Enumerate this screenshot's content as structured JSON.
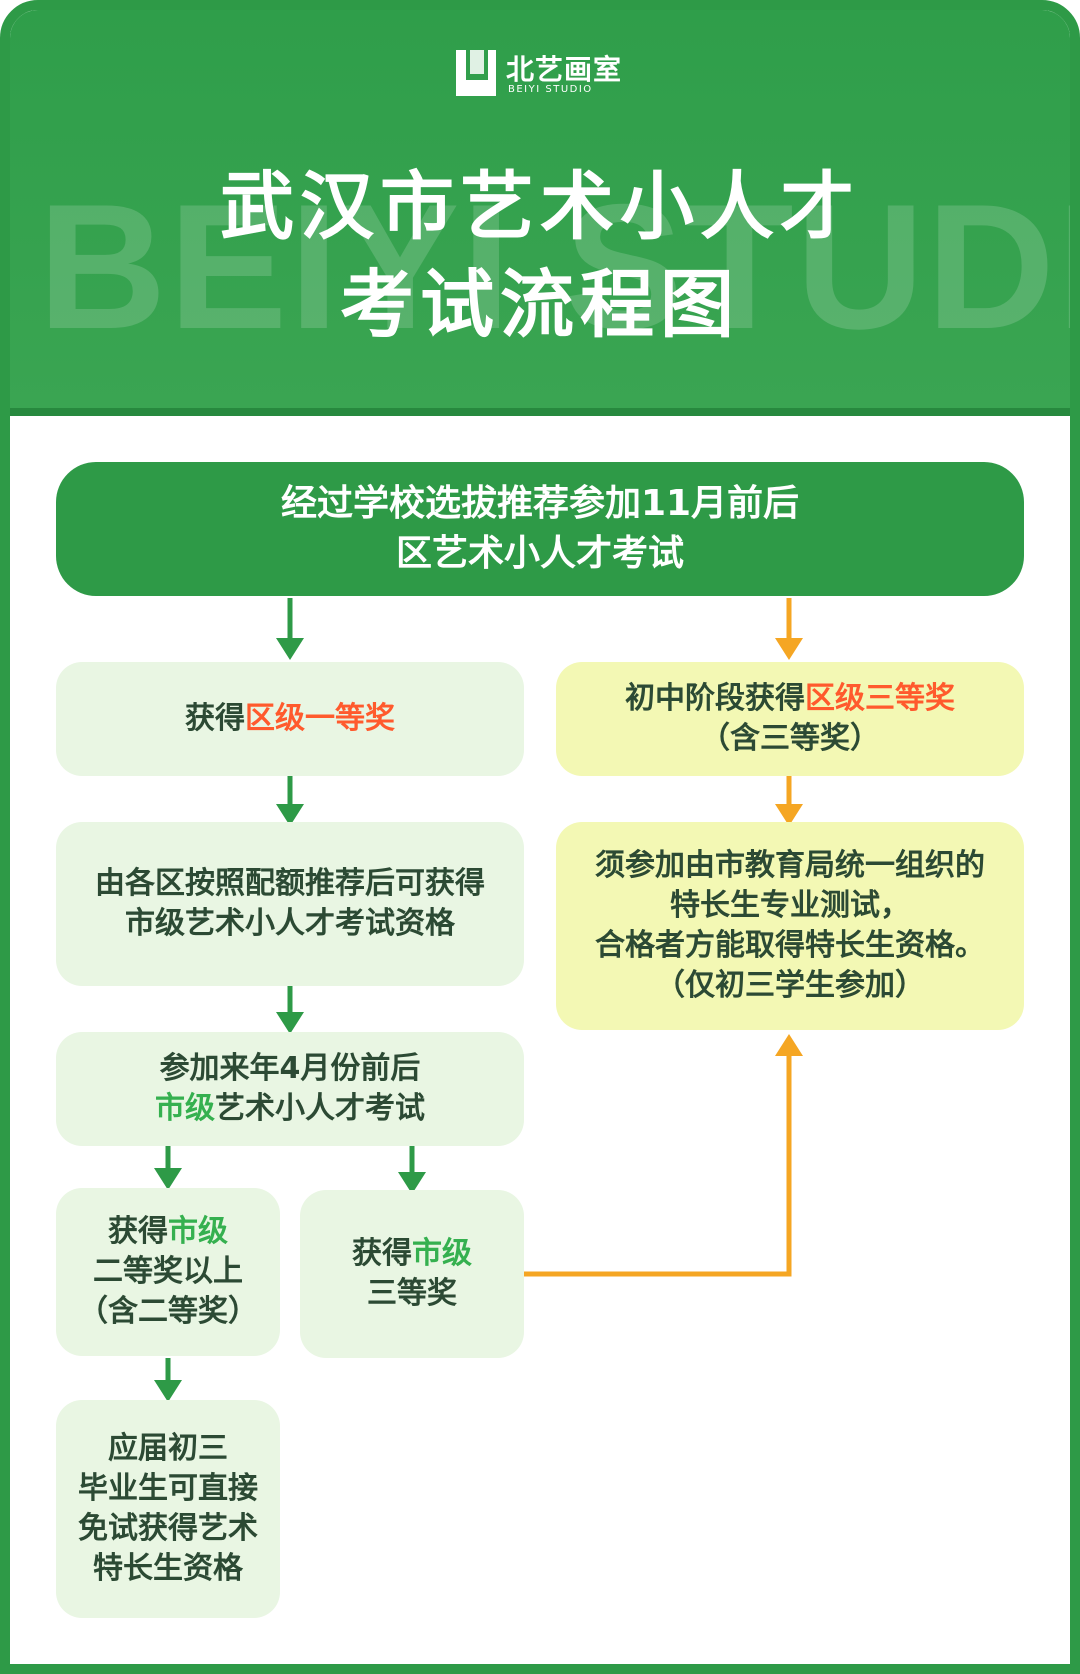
{
  "logo": {
    "name_cn": "北艺画室",
    "name_en": "BEIYI STUDIO"
  },
  "watermark": "BEIYI STUDIO",
  "title": {
    "line1": "武汉市艺术小人才",
    "line2": "考试流程图"
  },
  "colors": {
    "brand_green": "#2e9a47",
    "light_green_box": "#e9f6e3",
    "light_yellow_box": "#f3f8b4",
    "highlight_red": "#ff5a2d",
    "highlight_green": "#35b04f",
    "arrow_orange": "#f5a623"
  },
  "flow": {
    "start": {
      "line1": "经过学校选拔推荐参加11月前后",
      "line2": "区艺术小人才考试"
    },
    "left": {
      "district_first": {
        "prefix": "获得",
        "highlight": "区级一等奖"
      },
      "quota": {
        "line1": "由各区按照配额推荐后可获得",
        "line2": "市级艺术小人才考试资格"
      },
      "city_exam": {
        "line1": "参加来年4月份前后",
        "line2_highlight": "市级",
        "line2_rest": "艺术小人才考试"
      },
      "city_second": {
        "prefix": "获得",
        "highlight": "市级",
        "line2": "二等奖以上",
        "line3": "（含二等奖）"
      },
      "city_third": {
        "prefix": "获得",
        "highlight": "市级",
        "line2": "三等奖"
      },
      "exempt": {
        "line1": "应届初三",
        "line2": "毕业生可直接",
        "line3": "免试获得艺术",
        "line4": "特长生资格"
      }
    },
    "right": {
      "district_third": {
        "prefix": "初中阶段获得",
        "highlight": "区级三等奖",
        "line2": "（含三等奖）"
      },
      "special_test": {
        "line1": "须参加由市教育局统一组织的",
        "line2": "特长生专业测试，",
        "line3": "合格者方能取得特长生资格。",
        "line4": "（仅初三学生参加）"
      }
    }
  }
}
